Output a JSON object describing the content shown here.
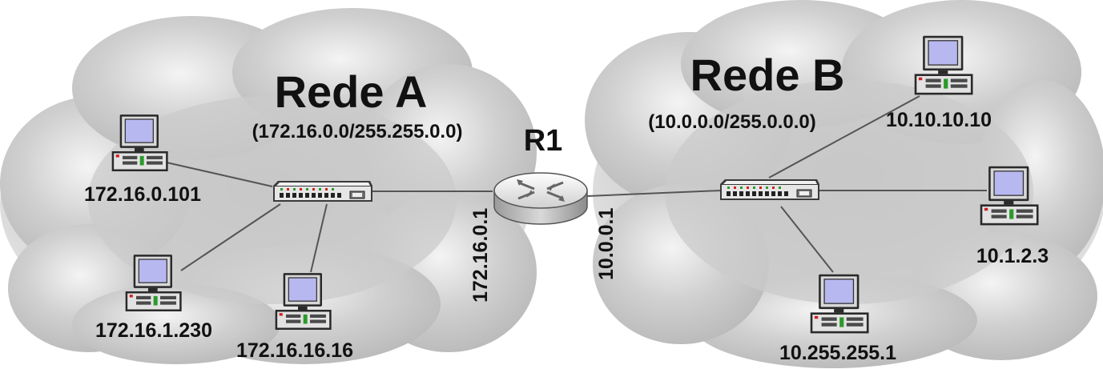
{
  "networks": {
    "a": {
      "name": "Rede A",
      "address": "(172.16.0.0/255.255.0.0)"
    },
    "b": {
      "name": "Rede B",
      "address": "(10.0.0.0/255.0.0.0)"
    }
  },
  "router": {
    "name": "R1",
    "interface_a": "172.16.0.1",
    "interface_b": "10.0.0.1"
  },
  "hosts": {
    "a1": "172.16.0.101",
    "a2": "172.16.1.230",
    "a3": "172.16.16.16",
    "b1": "10.10.10.10",
    "b2": "10.1.2.3",
    "b3": "10.255.255.1"
  },
  "colors": {
    "cloud": "#d4d4d4",
    "screen": "#b8b8f0",
    "device_body": "#e8e8e8",
    "cable": "#555555"
  }
}
